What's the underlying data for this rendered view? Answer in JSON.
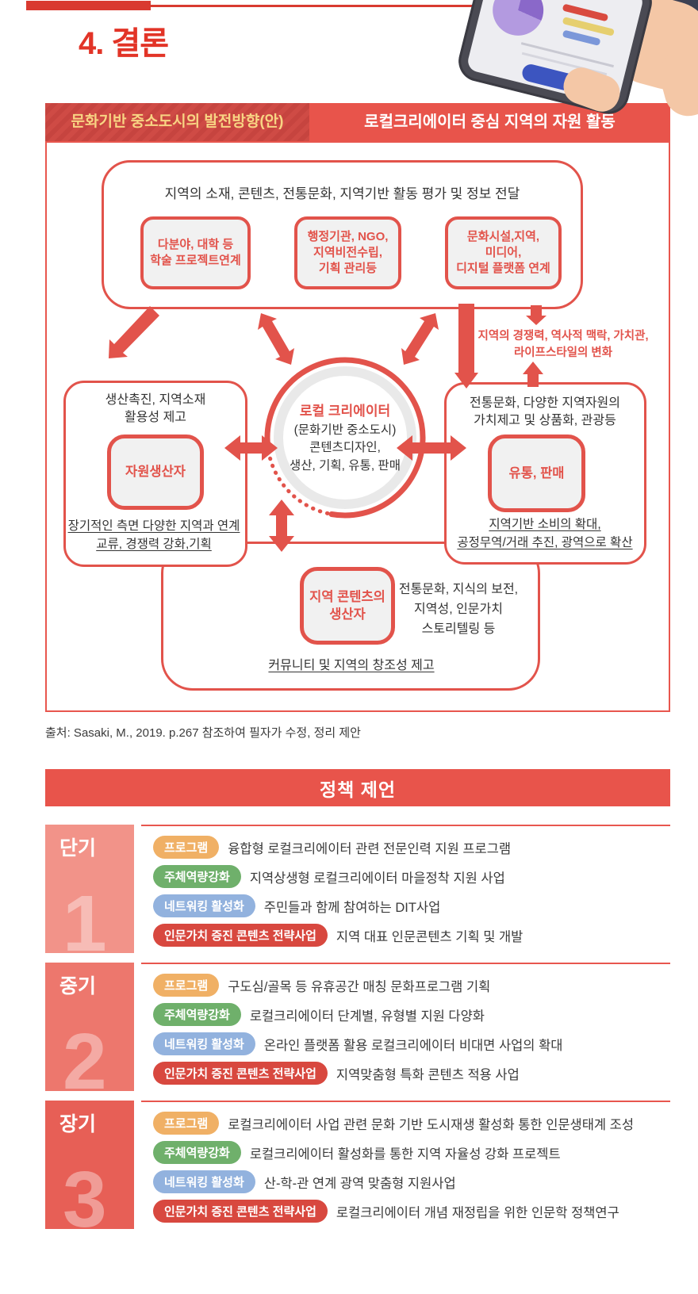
{
  "page": {
    "title": "4. 결론"
  },
  "diagram": {
    "header_left": "문화기반 중소도시의 발전방향(안)",
    "header_right": "로컬크리에이터 중심 지역의 자원 활동",
    "top_box": {
      "caption": "지역의 소재, 콘텐츠, 전통문화, 지역기반 활동 평가 및 정보 전달",
      "nodes": [
        "다분야, 대학 등\n학술 프로젝트연계",
        "행정기관, NGO,\n지역비전수립,\n기획 관리등",
        "문화시설,지역,\n미디어,\n디지털 플랫폼 연계"
      ]
    },
    "right_note": "지역의 경쟁력, 역사적 맥락, 가치관,\n라이프스타일의 변화",
    "center": {
      "title": "로컬 크리에이터",
      "lines": "(문화기반 중소도시)\n콘텐츠디자인,\n생산, 기획, 유통, 판매"
    },
    "left_box": {
      "top": "생산촉진, 지역소재\n활용성 제고",
      "core": "자원생산자",
      "bottom": "장기적인 측면 다양한 지역과 연계\n교류, 경쟁력 강화,기획"
    },
    "right_box": {
      "top": "전통문화, 다양한 지역자원의\n가치제고 및 상품화, 관광등",
      "core": "유통, 판매",
      "bottom": "지역기반 소비의 확대,\n공정무역/거래 추진, 광역으로 확산"
    },
    "bottom_box": {
      "core": "지역 콘텐츠의\n생산자",
      "note": "전통문화, 지식의 보전,\n지역성, 인문가치\n스토리텔링 등",
      "caption": "커뮤니티 및 지역의 창조성 제고"
    }
  },
  "source": "출처: Sasaki, M., 2019. p.267 참조하여 필자가 수정, 정리 제안",
  "policy": {
    "banner": "정책 제언",
    "tag_colors": {
      "program": "#f0b065",
      "capacity": "#6fb06b",
      "network": "#92b2de",
      "humanities": "#d8483f"
    },
    "sections": [
      {
        "label": "단기",
        "number": "1",
        "rows": [
          {
            "tag": "프로그램",
            "text": "융합형 로컬크리에이터 관련 전문인력 지원 프로그램"
          },
          {
            "tag": "주체역량강화",
            "text": "지역상생형 로컬크리에이터 마을정착 지원 사업"
          },
          {
            "tag": "네트워킹 활성화",
            "text": "주민들과 함께 참여하는 DIT사업"
          },
          {
            "tag": "인문가치 증진 콘텐츠 전략사업",
            "text": "지역 대표 인문콘텐츠 기획 및 개발"
          }
        ]
      },
      {
        "label": "중기",
        "number": "2",
        "rows": [
          {
            "tag": "프로그램",
            "text": "구도심/골목 등 유휴공간 매칭 문화프로그램 기획"
          },
          {
            "tag": "주체역량강화",
            "text": "로컬크리에이터 단계별, 유형별 지원 다양화"
          },
          {
            "tag": "네트워킹 활성화",
            "text": "온라인 플랫폼 활용 로컬크리에이터 비대면 사업의 확대"
          },
          {
            "tag": "인문가치 증진 콘텐츠 전략사업",
            "text": "지역맞춤형 특화 콘텐츠 적용 사업"
          }
        ]
      },
      {
        "label": "장기",
        "number": "3",
        "rows": [
          {
            "tag": "프로그램",
            "text": "로컬크리에이터 사업 관련 문화 기반 도시재생 활성화 통한 인문생태계 조성"
          },
          {
            "tag": "주체역량강화",
            "text": "로컬크리에이터 활성화를 통한 지역 자율성 강화 프로젝트"
          },
          {
            "tag": "네트워킹 활성화",
            "text": "산-학-관 연계 광역 맞춤형 지원사업"
          },
          {
            "tag": "인문가치 증진 콘텐츠 전략사업",
            "text": "로컬크리에이터 개념 재정립을 위한 인문학 정책연구"
          }
        ]
      }
    ]
  },
  "colors": {
    "accent": "#e2534b",
    "banner": "#e8544b",
    "stripe_band": "#cf4b45",
    "gold_text": "#f8d483"
  }
}
